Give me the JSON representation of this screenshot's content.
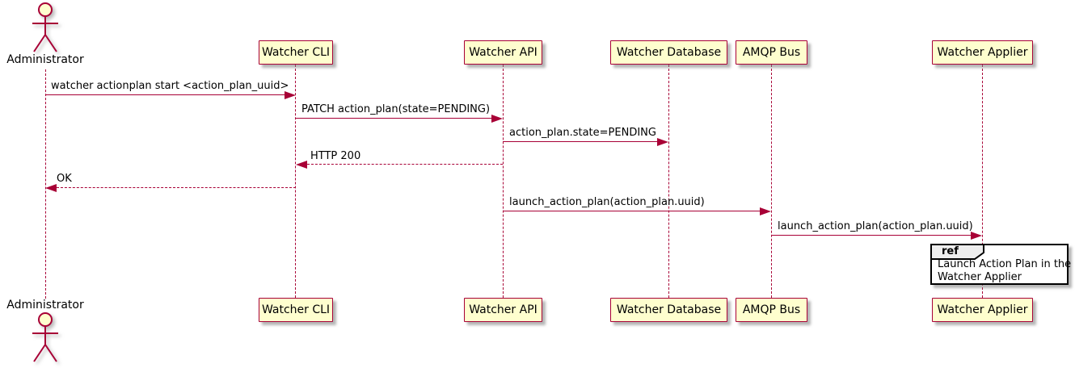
{
  "actor": {
    "name": "Administrator"
  },
  "participants": [
    {
      "name": "Watcher CLI"
    },
    {
      "name": "Watcher API"
    },
    {
      "name": "Watcher Database"
    },
    {
      "name": "AMQP Bus"
    },
    {
      "name": "Watcher Applier"
    }
  ],
  "messages": [
    {
      "from": "Administrator",
      "to": "Watcher CLI",
      "label": "watcher actionplan start <action_plan_uuid>",
      "line": "solid",
      "direction": "right"
    },
    {
      "from": "Watcher CLI",
      "to": "Watcher API",
      "label": "PATCH action_plan(state=PENDING)",
      "line": "solid",
      "direction": "right"
    },
    {
      "from": "Watcher API",
      "to": "Watcher Database",
      "label": "action_plan.state=PENDING",
      "line": "solid",
      "direction": "right"
    },
    {
      "from": "Watcher API",
      "to": "Watcher CLI",
      "label": "HTTP 200",
      "line": "dashed",
      "direction": "left"
    },
    {
      "from": "Watcher CLI",
      "to": "Administrator",
      "label": "OK",
      "line": "dashed",
      "direction": "left"
    },
    {
      "from": "Watcher API",
      "to": "AMQP Bus",
      "label": "launch_action_plan(action_plan.uuid)",
      "line": "solid",
      "direction": "right"
    },
    {
      "from": "AMQP Bus",
      "to": "Watcher Applier",
      "label": "launch_action_plan(action_plan.uuid)",
      "line": "solid",
      "direction": "right"
    }
  ],
  "ref": {
    "keyword": "ref",
    "line1": "Launch Action Plan in the",
    "line2": "Watcher Applier"
  },
  "colors": {
    "participant_fill": "#FEFECE",
    "participant_border": "#A80036",
    "message_line": "#A80036",
    "text": "#000000",
    "ref_border": "#000000",
    "ref_tab_fill": "#EEEEEE",
    "background": "#FFFFFF"
  }
}
